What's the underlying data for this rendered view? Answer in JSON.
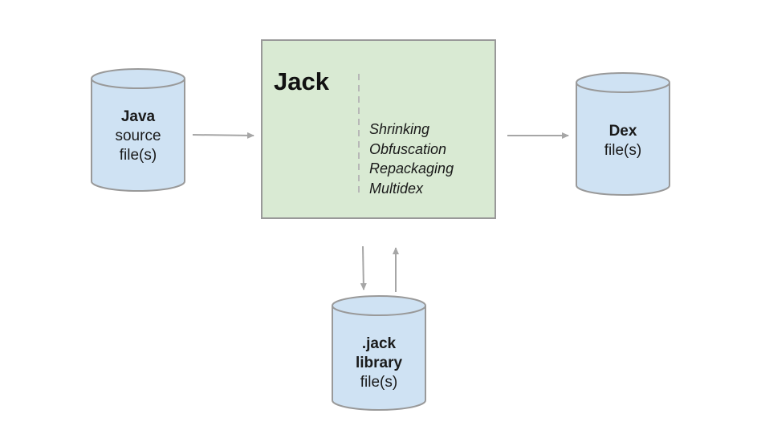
{
  "diagram": {
    "source": {
      "line1": "Java",
      "line2": "source",
      "line3": "file(s)"
    },
    "jack": {
      "title": "Jack",
      "features": [
        "Shrinking",
        "Obfuscation",
        "Repackaging",
        "Multidex"
      ]
    },
    "dex": {
      "line1": "Dex",
      "line2": "file(s)"
    },
    "library": {
      "line1": ".jack",
      "line2": "library",
      "line3": "file(s)"
    }
  },
  "colors": {
    "cylinder_fill": "#cfe2f3",
    "cylinder_stroke": "#999999",
    "jack_fill": "#d9ead3",
    "jack_stroke": "#999999",
    "arrow": "#a6a6a6",
    "divider": "#b7b7b7"
  }
}
